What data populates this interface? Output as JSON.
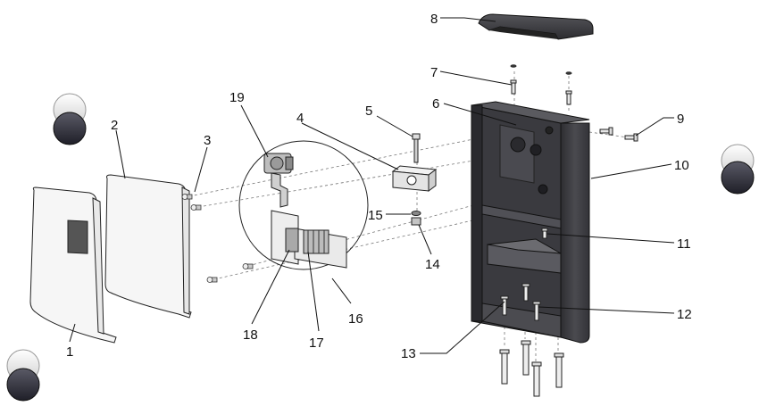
{
  "diagram": {
    "type": "exploded-assembly",
    "callouts": [
      "1",
      "2",
      "3",
      "4",
      "5",
      "6",
      "7",
      "8",
      "9",
      "10",
      "11",
      "12",
      "13",
      "14",
      "15",
      "16",
      "17",
      "18",
      "19"
    ]
  },
  "colors": {
    "housing_dark": "#3c3c40",
    "housing_mid": "#55555a",
    "cover_light": "#f4f4f4",
    "window_dark": "#555555",
    "part_gray": "#bdbdbd",
    "line": "#222222"
  },
  "icons": [
    "status-circle-icon"
  ]
}
